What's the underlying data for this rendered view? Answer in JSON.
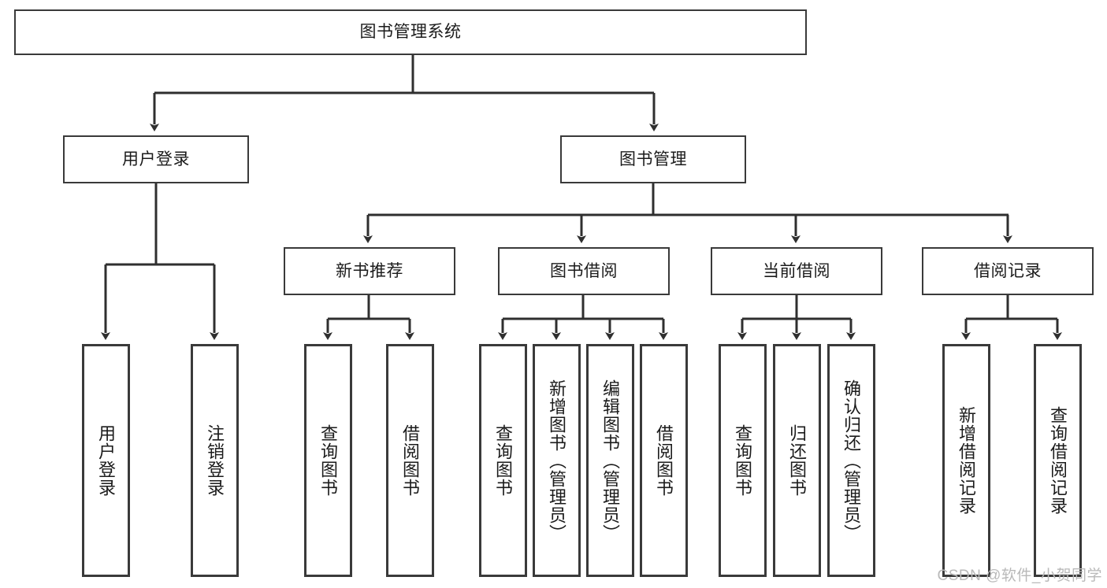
{
  "diagram": {
    "title": "图书管理系统",
    "type": "hierarchy-tree",
    "orientation": "top-down",
    "colors": {
      "box_border": "#3a3a3a",
      "box_fill": "#ffffff",
      "edge": "#2f2f2f",
      "text": "#1b1b1b",
      "watermark": "#b9b9b9",
      "background": "#ffffff"
    },
    "nodes": {
      "root": {
        "label": "图书管理系统",
        "level": 0
      },
      "level1": [
        {
          "id": "user-login",
          "label": "用户登录"
        },
        {
          "id": "book-manage",
          "label": "图书管理"
        }
      ],
      "level2": [
        {
          "id": "new-book-recommend",
          "label": "新书推荐",
          "parent": "book-manage"
        },
        {
          "id": "book-borrow",
          "label": "图书借阅",
          "parent": "book-manage"
        },
        {
          "id": "current-borrow",
          "label": "当前借阅",
          "parent": "book-manage"
        },
        {
          "id": "borrow-record",
          "label": "借阅记录",
          "parent": "book-manage"
        }
      ],
      "leaves": [
        {
          "id": "leaf-user-login",
          "label": "用户登录",
          "parent": "user-login"
        },
        {
          "id": "leaf-user-logout",
          "label": "注销登录",
          "parent": "user-login"
        },
        {
          "id": "leaf-query-book-1",
          "label": "查询图书",
          "parent": "new-book-recommend"
        },
        {
          "id": "leaf-borrow-book-1",
          "label": "借阅图书",
          "parent": "new-book-recommend"
        },
        {
          "id": "leaf-query-book-2",
          "label": "查询图书",
          "parent": "book-borrow"
        },
        {
          "id": "leaf-add-book",
          "label": "新增图书（管理员）",
          "parent": "book-borrow"
        },
        {
          "id": "leaf-edit-book",
          "label": "编辑图书（管理员）",
          "parent": "book-borrow"
        },
        {
          "id": "leaf-borrow-book-2",
          "label": "借阅图书",
          "parent": "book-borrow"
        },
        {
          "id": "leaf-query-book-3",
          "label": "查询图书",
          "parent": "current-borrow"
        },
        {
          "id": "leaf-return-book",
          "label": "归还图书",
          "parent": "current-borrow"
        },
        {
          "id": "leaf-confirm-return",
          "label": "确认归还（管理员）",
          "parent": "current-borrow"
        },
        {
          "id": "leaf-add-record",
          "label": "新增借阅记录",
          "parent": "borrow-record"
        },
        {
          "id": "leaf-query-record",
          "label": "查询借阅记录",
          "parent": "borrow-record"
        }
      ]
    },
    "watermark": "CSDN @软件_小贺同学"
  }
}
